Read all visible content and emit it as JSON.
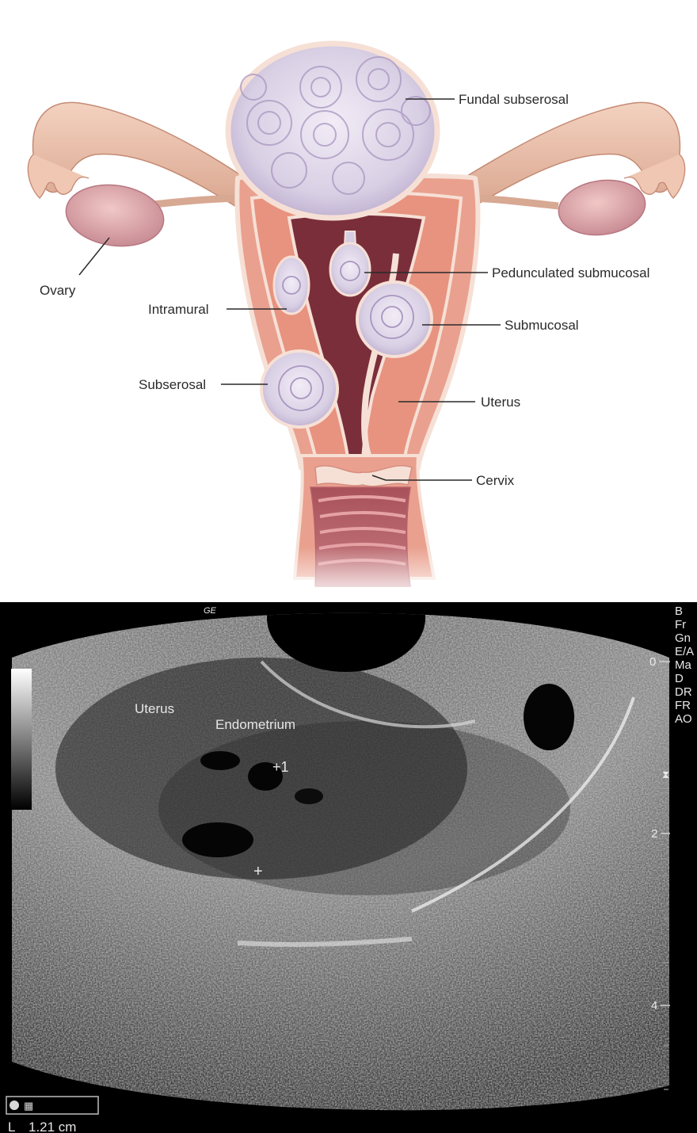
{
  "diagram": {
    "labels": {
      "fundal_subserosal": "Fundal subserosal",
      "ovary": "Ovary",
      "pedunculated_submucosal": "Pedunculated submucosal",
      "intramural": "Intramural",
      "submucosal": "Submucosal",
      "subserosal": "Subserosal",
      "uterus": "Uterus",
      "cervix": "Cervix"
    }
  },
  "ultrasound": {
    "vendor_mark": "GE",
    "labels": {
      "uterus": "Uterus",
      "endometrium": "Endometrium"
    },
    "side_params": [
      "B",
      "Fr",
      "Gn",
      "E/A",
      "Ma",
      "D",
      "DR",
      "FR",
      "AO"
    ],
    "depth_marks": [
      "0",
      "2",
      "4"
    ],
    "caliper_markers": [
      "+1",
      "+"
    ],
    "measurement": {
      "prefix": "L",
      "value": "1.21 cm"
    }
  }
}
